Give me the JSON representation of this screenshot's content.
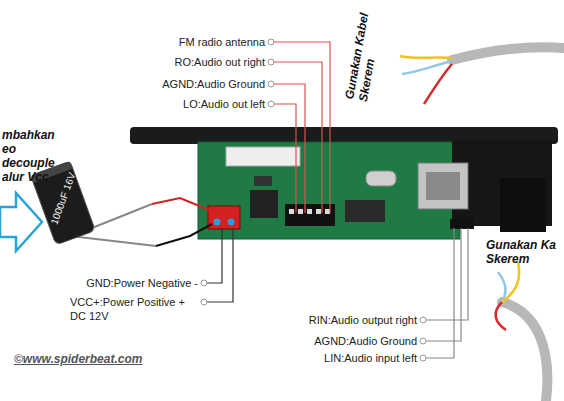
{
  "diagram": {
    "labels": [
      "FM radio antenna",
      "RO:Audio out right",
      "AGND:Audio Ground",
      "LO:Audio out left",
      "Gunakan Kabel Skerem",
      "mbahkan eo decouple alur Vcc",
      "1000uF 16V",
      "GND:Power Negative -",
      "VCC+:Power Positive + DC 12V",
      "RIN:Audio output right",
      "AGND:Audio Ground",
      "LIN:Audio input left",
      "Gunakan Ka Skerem",
      "©www.spiderbeat.com"
    ]
  }
}
